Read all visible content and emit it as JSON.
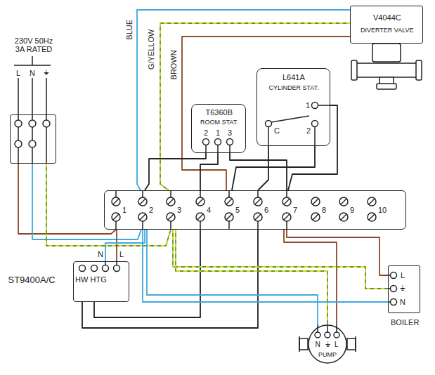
{
  "diagram": {
    "nodes": [
      {
        "text": [
          "V4044C",
          "DIVERTER VALVE"
        ]
      },
      {
        "text": [
          "230V 50Hz 3A RATED"
        ]
      },
      {
        "text": [
          "T6360B",
          "ROOM STAT."
        ]
      },
      {
        "text": [
          "L641A",
          "CYLINDER STAT."
        ]
      },
      {
        "text": [
          "1",
          "2",
          "3",
          "4",
          "5",
          "6",
          "7",
          "8",
          "9",
          "10"
        ]
      },
      {
        "text": [
          "ST9400A/C"
        ]
      },
      {
        "text": [
          "BOILER"
        ]
      },
      {
        "text": [
          "PUMP"
        ]
      }
    ],
    "edges": [
      {
        "from": 0,
        "to": 4,
        "arrow": "none"
      },
      {
        "from": 0,
        "to": 4,
        "arrow": "none"
      },
      {
        "from": 0,
        "to": 4,
        "arrow": "none"
      },
      {
        "from": 2,
        "to": 4,
        "arrow": "none"
      },
      {
        "from": 2,
        "to": 4,
        "arrow": "none"
      },
      {
        "from": 2,
        "to": 4,
        "arrow": "none"
      },
      {
        "from": 3,
        "to": 4,
        "arrow": "none"
      },
      {
        "from": 3,
        "to": 4,
        "arrow": "none"
      },
      {
        "from": 3,
        "to": 4,
        "arrow": "none"
      },
      {
        "from": 1,
        "to": 4,
        "arrow": "none"
      },
      {
        "from": 1,
        "to": 4,
        "arrow": "none"
      },
      {
        "from": 1,
        "to": 4,
        "arrow": "none"
      },
      {
        "from": 5,
        "to": 4,
        "arrow": "none"
      },
      {
        "from": 5,
        "to": 4,
        "arrow": "none"
      },
      {
        "from": 5,
        "to": 4,
        "arrow": "none"
      },
      {
        "from": 5,
        "to": 4,
        "arrow": "none"
      },
      {
        "from": 4,
        "to": 6,
        "arrow": "none"
      },
      {
        "from": 4,
        "to": 7,
        "arrow": "none"
      },
      {
        "from": 4,
        "to": 6,
        "arrow": "none"
      },
      {
        "from": 4,
        "to": 7,
        "arrow": "none"
      },
      {
        "from": 4,
        "to": 6,
        "arrow": "none"
      },
      {
        "from": 4,
        "to": 7,
        "arrow": "none"
      }
    ],
    "labels": [
      "BLUE",
      "G/YELLOW",
      "BROWN",
      "L",
      "N",
      "⏚",
      "2",
      "1",
      "3",
      "1",
      "C",
      "2",
      "N",
      "L",
      "HW",
      "HTG",
      "L",
      "⏚",
      "N",
      "N",
      "⏚",
      "L"
    ]
  }
}
